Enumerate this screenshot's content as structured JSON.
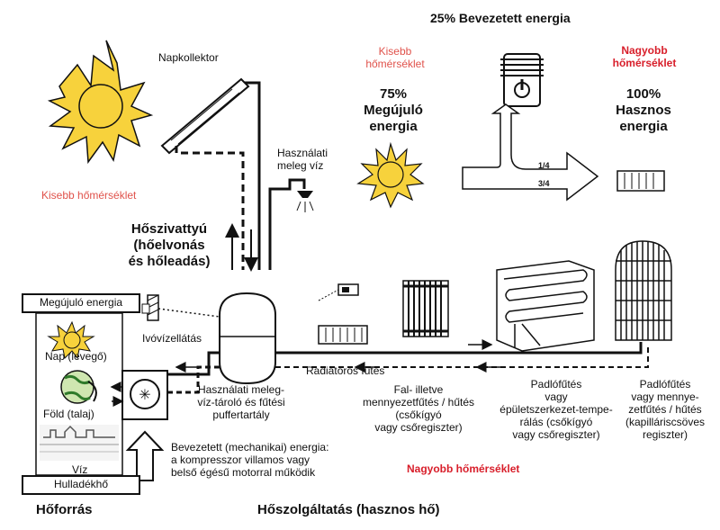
{
  "labels": {
    "top_energy": "25% Bevezetett energia",
    "napkollektor": "Napkollektor",
    "kisebb_hom_top": "Kisebb\nhőmérséklet",
    "nagyobb_hom_top": "Nagyobb\nhőmérséklet",
    "megujulo": "75%\nMegújuló\nenergia",
    "hasznos": "100%\nHasznos\nenergia",
    "arrow_quarter": "1/4",
    "arrow_three_quarter": "3/4",
    "hasznalati_meleg_viz": "Használati\nmeleg víz",
    "kisebb_hom_left": "Kisebb hőmérséklet",
    "hoszivattyu": "Hőszivattyú\n(hőelvonás\nés hőleadás)",
    "megujulo_energia_box": "Megújuló energia",
    "nap_levego": "Nap (levegő)",
    "fold_talaj": "Föld (talaj)",
    "viz": "Víz",
    "hulladekho_box": "Hulladékhő",
    "ivovizellatas": "Ivóvízellátás",
    "radiatoros_futes": "Radiátoros fűtés",
    "tarolo": "Használati meleg-\nvíz-tároló és fűtési\npuffertartály",
    "fal_mennyezet": "Fal- illetve\nmennyezetfűtés / hűtés\n(csőkígyó\nvagy csőregiszter)",
    "padlofutes_1": "Padlófűtés\nvagy\népületszerkezet-tempe-\nrálás (csőkígyó\nvagy csőregiszter)",
    "padlofutes_2": "Padlófűtés\nvagy mennye-\nzetfűtés / hűtés\n(kapilláriscsöves\nregiszter)",
    "bevezetett_mech": "Bevezetett (mechanikai) energia:\na kompresszor villamos vagy\nbelső égésű motorral működik",
    "nagyobb_hom_bottom": "Nagyobb hőmérséklet",
    "hoforras": "Hőforrás",
    "hoszolgaltatas": "Hőszolgáltatás (hasznos hő)"
  },
  "colors": {
    "line": "#111111",
    "label_red": "#d81e2a",
    "label_pink": "#e0524b",
    "sun_fill": "#f7d23c"
  },
  "icons": [
    "sun-icon",
    "engine-icon",
    "radiator-icon",
    "shower-icon",
    "compressor-icon",
    "globe-icon",
    "thermostat-icon"
  ]
}
